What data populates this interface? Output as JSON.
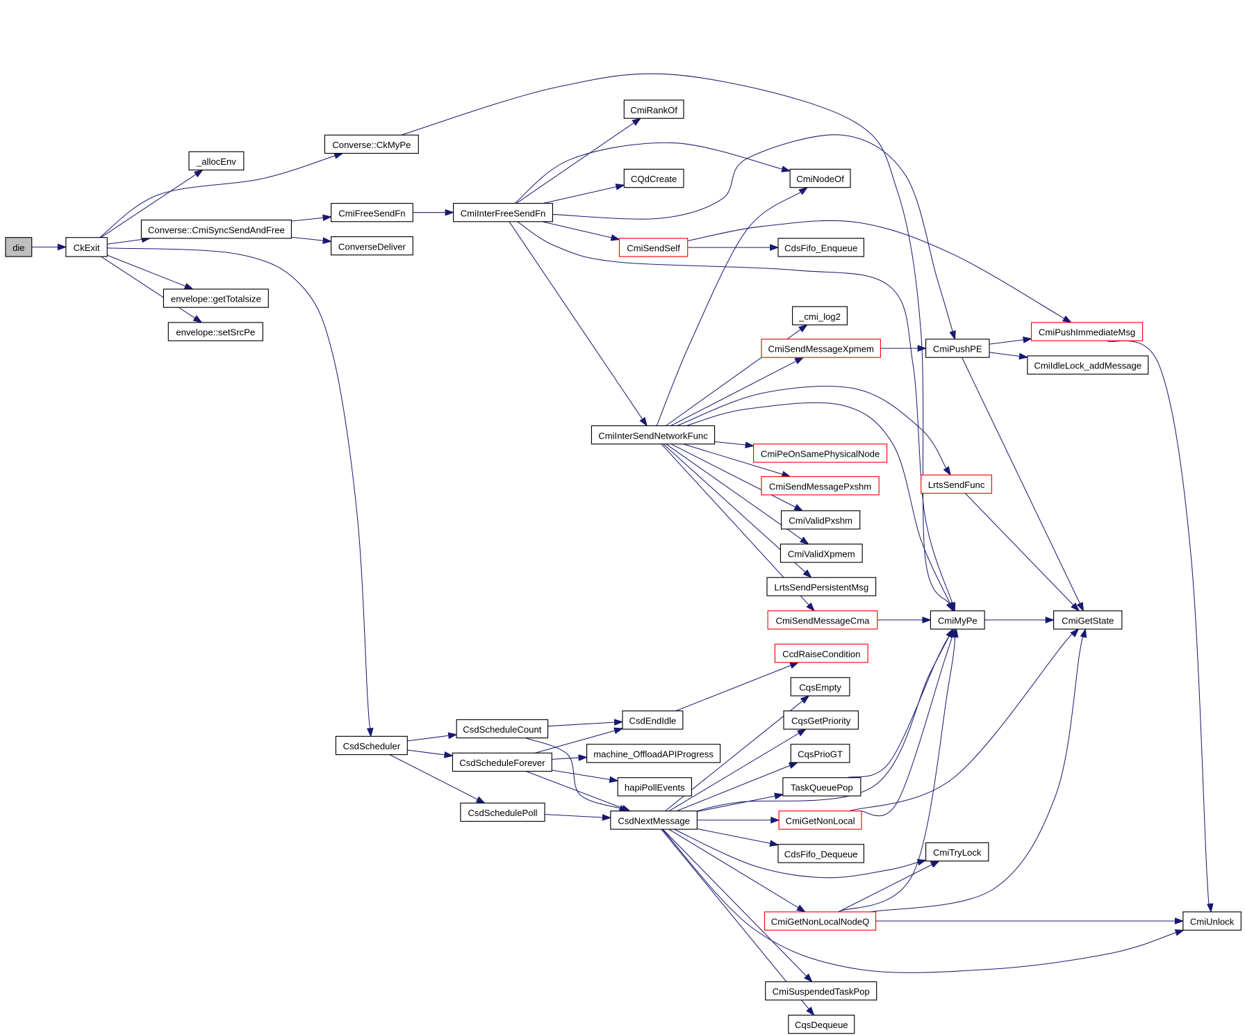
{
  "diagram": {
    "type": "call-graph",
    "root": "die",
    "colors": {
      "edge": "#191970",
      "node_border": "#000000",
      "truncated_border": "#ff0000",
      "root_fill": "#bfbfbf"
    },
    "nodes": [
      {
        "id": "die",
        "label": "die",
        "root": true
      },
      {
        "id": "CkExit",
        "label": "CkExit"
      },
      {
        "id": "_allocEnv",
        "label": "_allocEnv"
      },
      {
        "id": "Converse_CkMyPe",
        "label": "Converse::CkMyPe"
      },
      {
        "id": "Converse_CmiSyncSendAndFree",
        "label": "Converse::CmiSyncSendAndFree"
      },
      {
        "id": "envelope_getTotalsize",
        "label": "envelope::getTotalsize"
      },
      {
        "id": "envelope_setSrcPe",
        "label": "envelope::setSrcPe"
      },
      {
        "id": "CmiFreeSendFn",
        "label": "CmiFreeSendFn"
      },
      {
        "id": "ConverseDeliver",
        "label": "ConverseDeliver"
      },
      {
        "id": "CmiInterFreeSendFn",
        "label": "CmiInterFreeSendFn"
      },
      {
        "id": "CmiRankOf",
        "label": "CmiRankOf"
      },
      {
        "id": "CQdCreate",
        "label": "CQdCreate"
      },
      {
        "id": "CmiNodeOf",
        "label": "CmiNodeOf"
      },
      {
        "id": "CmiSendSelf",
        "label": "CmiSendSelf",
        "truncated": true
      },
      {
        "id": "CdsFifo_Enqueue",
        "label": "CdsFifo_Enqueue"
      },
      {
        "id": "_cmi_log2",
        "label": "_cmi_log2"
      },
      {
        "id": "CmiSendMessageXpmem",
        "label": "CmiSendMessageXpmem",
        "truncated": true
      },
      {
        "id": "CmiPushPE",
        "label": "CmiPushPE"
      },
      {
        "id": "CmiPushImmediateMsg",
        "label": "CmiPushImmediateMsg",
        "truncated": true
      },
      {
        "id": "CmiIdleLock_addMessage",
        "label": "CmiIdleLock_addMessage"
      },
      {
        "id": "CmiInterSendNetworkFunc",
        "label": "CmiInterSendNetworkFunc"
      },
      {
        "id": "CmiPeOnSamePhysicalNode",
        "label": "CmiPeOnSamePhysicalNode",
        "truncated": true
      },
      {
        "id": "CmiSendMessagePxshm",
        "label": "CmiSendMessagePxshm",
        "truncated": true
      },
      {
        "id": "LrtsSendFunc",
        "label": "LrtsSendFunc",
        "truncated": true
      },
      {
        "id": "CmiValidPxshm",
        "label": "CmiValidPxshm"
      },
      {
        "id": "CmiValidXpmem",
        "label": "CmiValidXpmem"
      },
      {
        "id": "LrtsSendPersistentMsg",
        "label": "LrtsSendPersistentMsg"
      },
      {
        "id": "CmiSendMessageCma",
        "label": "CmiSendMessageCma",
        "truncated": true
      },
      {
        "id": "CmiMyPe",
        "label": "CmiMyPe"
      },
      {
        "id": "CmiGetState",
        "label": "CmiGetState"
      },
      {
        "id": "CcdRaiseCondition",
        "label": "CcdRaiseCondition",
        "truncated": true
      },
      {
        "id": "CqsEmpty",
        "label": "CqsEmpty"
      },
      {
        "id": "CqsGetPriority",
        "label": "CqsGetPriority"
      },
      {
        "id": "CqsPrioGT",
        "label": "CqsPrioGT"
      },
      {
        "id": "CsdEndIdle",
        "label": "CsdEndIdle"
      },
      {
        "id": "CsdScheduler",
        "label": "CsdScheduler"
      },
      {
        "id": "CsdScheduleCount",
        "label": "CsdScheduleCount"
      },
      {
        "id": "CsdScheduleForever",
        "label": "CsdScheduleForever"
      },
      {
        "id": "machine_OffloadAPIProgress",
        "label": "machine_OffloadAPIProgress"
      },
      {
        "id": "hapiPollEvents",
        "label": "hapiPollEvents"
      },
      {
        "id": "TaskQueuePop",
        "label": "TaskQueuePop"
      },
      {
        "id": "CsdSchedulePoll",
        "label": "CsdSchedulePoll"
      },
      {
        "id": "CsdNextMessage",
        "label": "CsdNextMessage"
      },
      {
        "id": "CmiGetNonLocal",
        "label": "CmiGetNonLocal",
        "truncated": true
      },
      {
        "id": "CdsFifo_Dequeue",
        "label": "CdsFifo_Dequeue"
      },
      {
        "id": "CmiTryLock",
        "label": "CmiTryLock"
      },
      {
        "id": "CmiGetNonLocalNodeQ",
        "label": "CmiGetNonLocalNodeQ",
        "truncated": true
      },
      {
        "id": "CmiUnlock",
        "label": "CmiUnlock"
      },
      {
        "id": "CmiSuspendedTaskPop",
        "label": "CmiSuspendedTaskPop"
      },
      {
        "id": "CqsDequeue",
        "label": "CqsDequeue"
      }
    ],
    "edges": [
      [
        "die",
        "CkExit"
      ],
      [
        "CkExit",
        "_allocEnv"
      ],
      [
        "CkExit",
        "Converse_CkMyPe"
      ],
      [
        "CkExit",
        "Converse_CmiSyncSendAndFree"
      ],
      [
        "CkExit",
        "envelope_getTotalsize"
      ],
      [
        "CkExit",
        "envelope_setSrcPe"
      ],
      [
        "CkExit",
        "CsdScheduler"
      ],
      [
        "Converse_CkMyPe",
        "CmiMyPe"
      ],
      [
        "Converse_CmiSyncSendAndFree",
        "CmiFreeSendFn"
      ],
      [
        "Converse_CmiSyncSendAndFree",
        "ConverseDeliver"
      ],
      [
        "CmiFreeSendFn",
        "CmiInterFreeSendFn"
      ],
      [
        "CmiInterFreeSendFn",
        "CmiRankOf"
      ],
      [
        "CmiInterFreeSendFn",
        "CQdCreate"
      ],
      [
        "CmiInterFreeSendFn",
        "CmiNodeOf"
      ],
      [
        "CmiInterFreeSendFn",
        "CmiSendSelf"
      ],
      [
        "CmiInterFreeSendFn",
        "CmiPushPE"
      ],
      [
        "CmiInterFreeSendFn",
        "CmiInterSendNetworkFunc"
      ],
      [
        "CmiInterFreeSendFn",
        "CmiMyPe"
      ],
      [
        "CmiSendSelf",
        "CdsFifo_Enqueue"
      ],
      [
        "CmiSendSelf",
        "CmiPushImmediateMsg"
      ],
      [
        "CmiSendMessageXpmem",
        "CmiPushPE"
      ],
      [
        "CmiPushPE",
        "CmiPushImmediateMsg"
      ],
      [
        "CmiPushPE",
        "CmiIdleLock_addMessage"
      ],
      [
        "CmiPushPE",
        "CmiGetState"
      ],
      [
        "CmiPushImmediateMsg",
        "CmiUnlock"
      ],
      [
        "CmiInterSendNetworkFunc",
        "CmiNodeOf"
      ],
      [
        "CmiInterSendNetworkFunc",
        "_cmi_log2"
      ],
      [
        "CmiInterSendNetworkFunc",
        "CmiSendMessageXpmem"
      ],
      [
        "CmiInterSendNetworkFunc",
        "LrtsSendFunc"
      ],
      [
        "CmiInterSendNetworkFunc",
        "CmiMyPe"
      ],
      [
        "CmiInterSendNetworkFunc",
        "CmiPeOnSamePhysicalNode"
      ],
      [
        "CmiInterSendNetworkFunc",
        "CmiSendMessagePxshm"
      ],
      [
        "CmiInterSendNetworkFunc",
        "CmiValidPxshm"
      ],
      [
        "CmiInterSendNetworkFunc",
        "CmiValidXpmem"
      ],
      [
        "CmiInterSendNetworkFunc",
        "LrtsSendPersistentMsg"
      ],
      [
        "CmiInterSendNetworkFunc",
        "CmiSendMessageCma"
      ],
      [
        "LrtsSendFunc",
        "CmiGetState"
      ],
      [
        "CmiSendMessageCma",
        "CmiMyPe"
      ],
      [
        "CmiMyPe",
        "CmiGetState"
      ],
      [
        "CsdScheduler",
        "CsdScheduleCount"
      ],
      [
        "CsdScheduler",
        "CsdScheduleForever"
      ],
      [
        "CsdScheduler",
        "CsdSchedulePoll"
      ],
      [
        "CsdScheduleCount",
        "CsdEndIdle"
      ],
      [
        "CsdScheduleCount",
        "CsdNextMessage"
      ],
      [
        "CsdScheduleForever",
        "CsdEndIdle"
      ],
      [
        "CsdScheduleForever",
        "machine_OffloadAPIProgress"
      ],
      [
        "CsdScheduleForever",
        "hapiPollEvents"
      ],
      [
        "CsdScheduleForever",
        "CsdNextMessage"
      ],
      [
        "CsdSchedulePoll",
        "CsdNextMessage"
      ],
      [
        "CsdEndIdle",
        "CcdRaiseCondition"
      ],
      [
        "CsdNextMessage",
        "CqsEmpty"
      ],
      [
        "CsdNextMessage",
        "CqsGetPriority"
      ],
      [
        "CsdNextMessage",
        "CqsPrioGT"
      ],
      [
        "CsdNextMessage",
        "TaskQueuePop"
      ],
      [
        "CsdNextMessage",
        "CmiGetNonLocal"
      ],
      [
        "CsdNextMessage",
        "CdsFifo_Dequeue"
      ],
      [
        "CsdNextMessage",
        "CmiTryLock"
      ],
      [
        "CsdNextMessage",
        "CmiGetNonLocalNodeQ"
      ],
      [
        "CsdNextMessage",
        "CmiUnlock"
      ],
      [
        "CsdNextMessage",
        "CmiSuspendedTaskPop"
      ],
      [
        "CsdNextMessage",
        "CqsDequeue"
      ],
      [
        "CsdNextMessage",
        "CmiMyPe"
      ],
      [
        "TaskQueuePop",
        "CmiMyPe"
      ],
      [
        "CmiGetNonLocal",
        "CmiMyPe"
      ],
      [
        "CmiGetNonLocal",
        "CmiGetState"
      ],
      [
        "CmiGetNonLocalNodeQ",
        "CmiMyPe"
      ],
      [
        "CmiGetNonLocalNodeQ",
        "CmiTryLock"
      ],
      [
        "CmiGetNonLocalNodeQ",
        "CmiGetState"
      ],
      [
        "CmiGetNonLocalNodeQ",
        "CmiUnlock"
      ]
    ]
  }
}
